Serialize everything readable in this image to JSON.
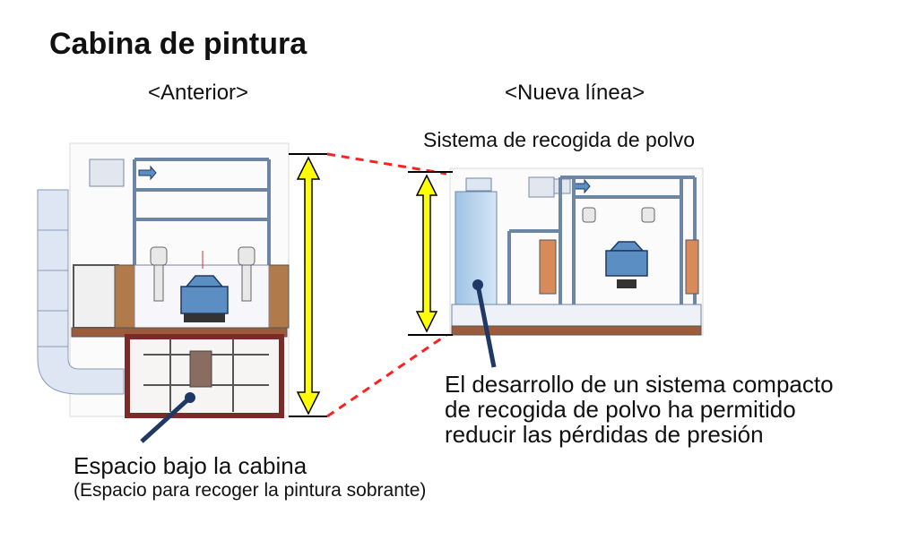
{
  "title": "Cabina de pintura",
  "label_before": "<Anterior>",
  "label_after": "<Nueva línea>",
  "dust_system_label": "Sistema de recogida de polvo",
  "after_note": {
    "lines": [
      "El desarrollo de un sistema compacto",
      "de recogida de polvo ha permitido",
      "reducir las pérdidas de presión"
    ]
  },
  "before_note": {
    "main": "Espacio bajo la cabina",
    "sub": "(Espacio para recoger la pintura sobrante)"
  },
  "colors": {
    "height_arrow": "#ffff00",
    "dashed_connector": "#ff2020",
    "callout_line": "#1f3864",
    "structure": "#6d86a6",
    "pit": "#7b2a2a",
    "duct": "#dfe6f3",
    "robot_body": "#5b8fc4"
  }
}
